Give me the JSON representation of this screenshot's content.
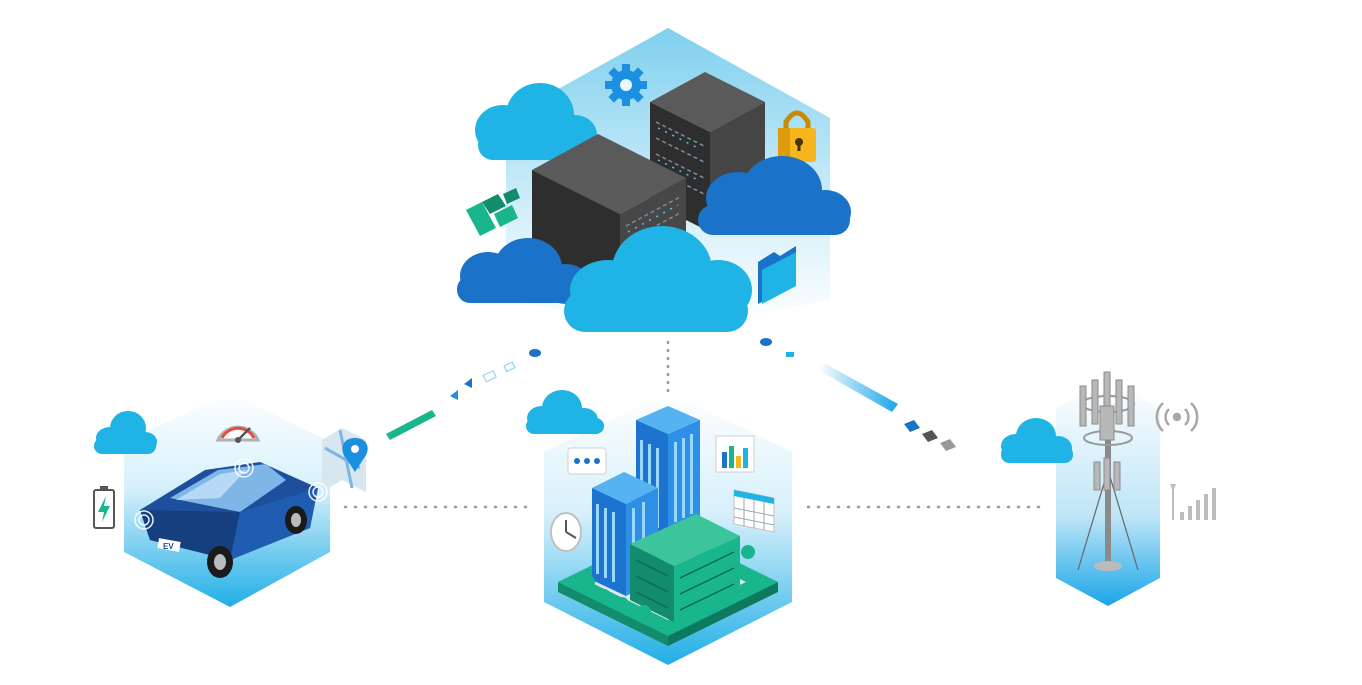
{
  "diagram": {
    "nodes": [
      {
        "id": "cloud-data-center",
        "icons": [
          "gear-icon",
          "padlock-icon",
          "ai-icon",
          "folder-icon",
          "server-rack-icon",
          "cloud-icon"
        ]
      },
      {
        "id": "connected-vehicle",
        "icons": [
          "car-icon",
          "speedometer-icon",
          "map-pin-icon",
          "battery-icon",
          "cloud-icon"
        ],
        "plate_text": "EV"
      },
      {
        "id": "smart-building",
        "icons": [
          "office-building-icon",
          "chat-icon",
          "bar-chart-icon",
          "calendar-icon",
          "clock-icon",
          "cloud-icon"
        ]
      },
      {
        "id": "cell-tower",
        "icons": [
          "antenna-tower-icon",
          "wireless-signal-icon",
          "signal-bars-icon",
          "cloud-icon"
        ]
      }
    ],
    "links": [
      {
        "from": "cloud-data-center",
        "to": "connected-vehicle"
      },
      {
        "from": "cloud-data-center",
        "to": "smart-building"
      },
      {
        "from": "cloud-data-center",
        "to": "cell-tower"
      },
      {
        "from": "connected-vehicle",
        "to": "smart-building"
      },
      {
        "from": "smart-building",
        "to": "cell-tower"
      }
    ],
    "colors": {
      "hex_top": "#7fd0ef",
      "cloud_light": "#1fb3e6",
      "cloud_dark": "#1a73c9",
      "rack": "#3d3d3d",
      "gear": "#1d8fe0",
      "padlock": "#f5b61e",
      "ai_green": "#19b58d",
      "car_body": "#1d4f9c",
      "building_blue": "#2d7fd8",
      "building_green": "#1aa57d",
      "tower_gray": "#9a9a9a",
      "link_dots": "#9a9a9a"
    }
  }
}
